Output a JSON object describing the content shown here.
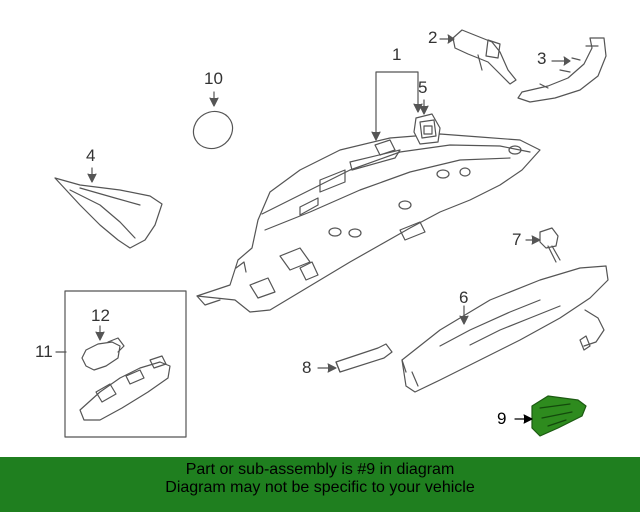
{
  "callouts": {
    "c1": "1",
    "c2": "2",
    "c3": "3",
    "c4": "4",
    "c5": "5",
    "c6": "6",
    "c7": "7",
    "c8": "8",
    "c9": "9",
    "c10": "10",
    "c11": "11",
    "c12": "12"
  },
  "highlight_part": "9",
  "colors": {
    "line": "#555555",
    "highlight": "#2e8b1e",
    "banner_bg": "#1f7f1f"
  },
  "banner": {
    "line1": "Part or sub-assembly is #9 in diagram",
    "line2": "Diagram may not be specific to your vehicle"
  }
}
